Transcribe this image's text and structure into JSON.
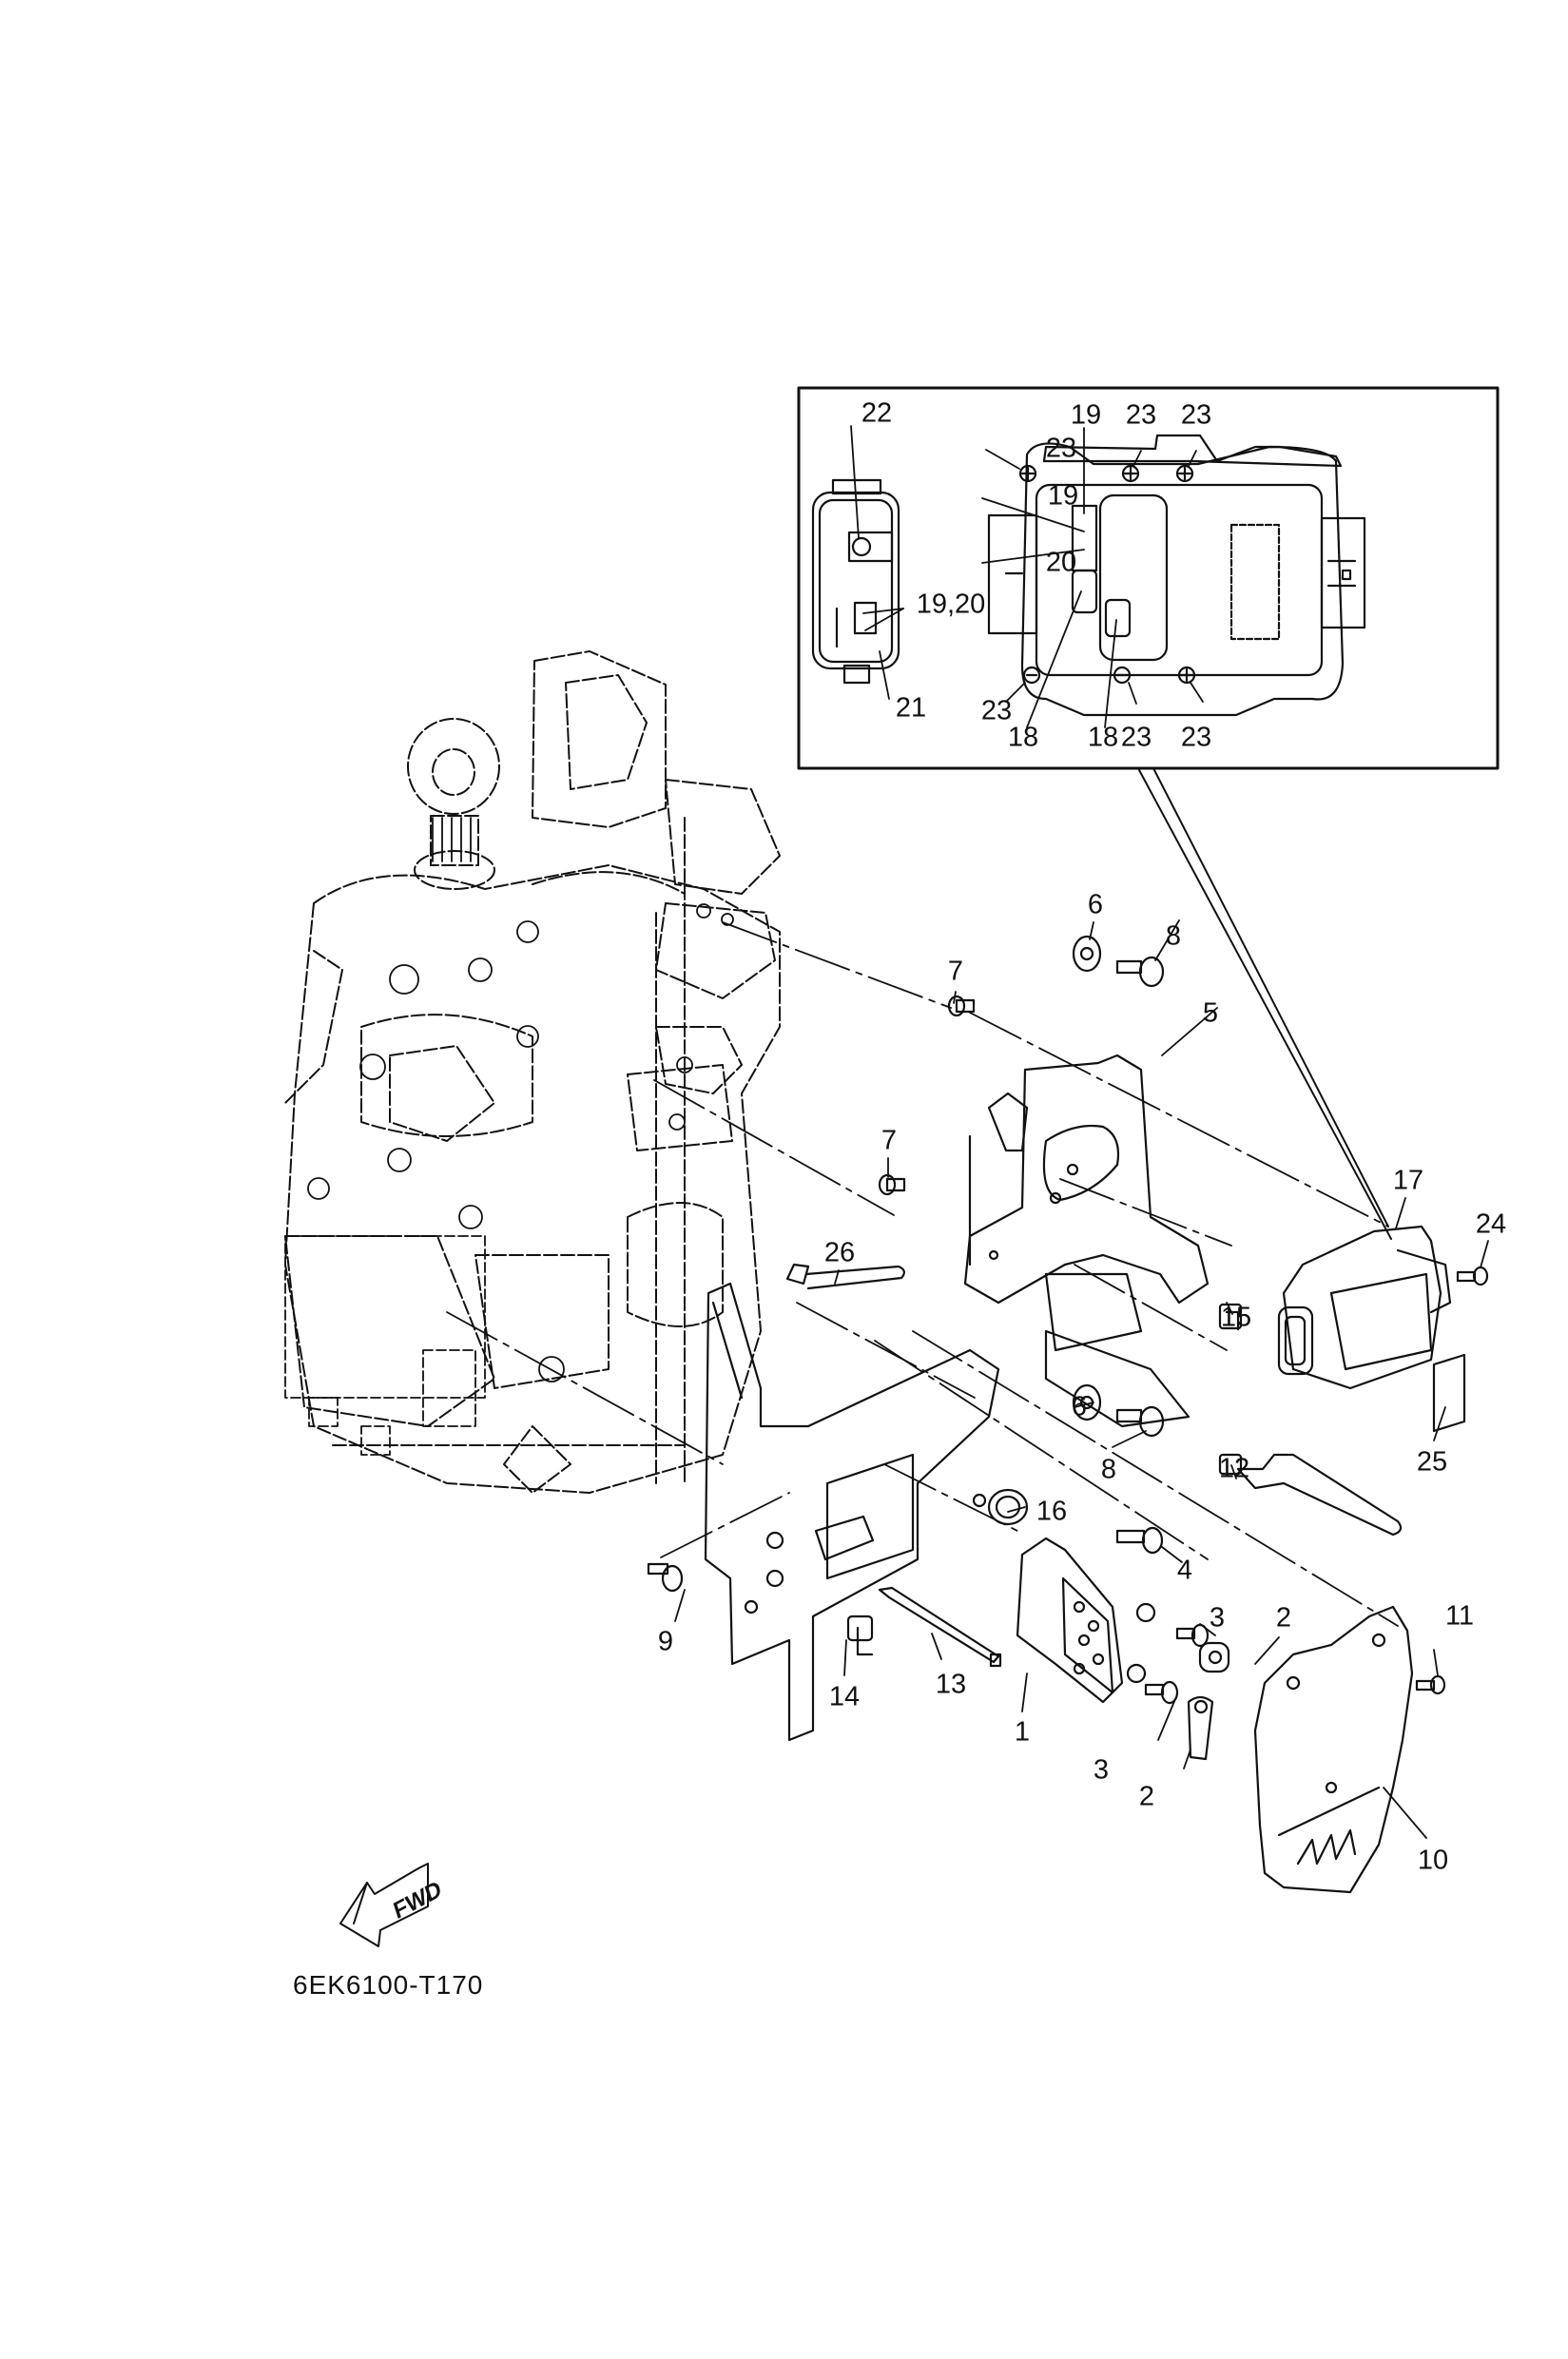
{
  "diagram": {
    "title": "Electrical 1",
    "code": "6EK6100-T170",
    "fwd_label": "FWD",
    "colors": {
      "line": "#111111",
      "background": "#ffffff"
    }
  },
  "inset": {
    "callouts": [
      "22",
      "19,20",
      "21",
      "19",
      "19",
      "20",
      "23",
      "23",
      "23",
      "23",
      "23",
      "23",
      "18",
      "18"
    ]
  },
  "callouts": {
    "c1": "1",
    "c2a": "2",
    "c2b": "2",
    "c3a": "3",
    "c3b": "3",
    "c4": "4",
    "c5": "5",
    "c6a": "6",
    "c6b": "6",
    "c7a": "7",
    "c7b": "7",
    "c8a": "8",
    "c8b": "8",
    "c9": "9",
    "c10": "10",
    "c11": "11",
    "c12": "12",
    "c13": "13",
    "c14": "14",
    "c15": "15",
    "c16": "16",
    "c17": "17",
    "c18a": "18",
    "c18b": "18",
    "c19a": "19",
    "c19b": "19",
    "c1920": "19,20",
    "c20": "20",
    "c21": "21",
    "c22": "22",
    "c23a": "23",
    "c23b": "23",
    "c23c": "23",
    "c23d": "23",
    "c23e": "23",
    "c23f": "23",
    "c24": "24",
    "c25": "25",
    "c26": "26"
  }
}
